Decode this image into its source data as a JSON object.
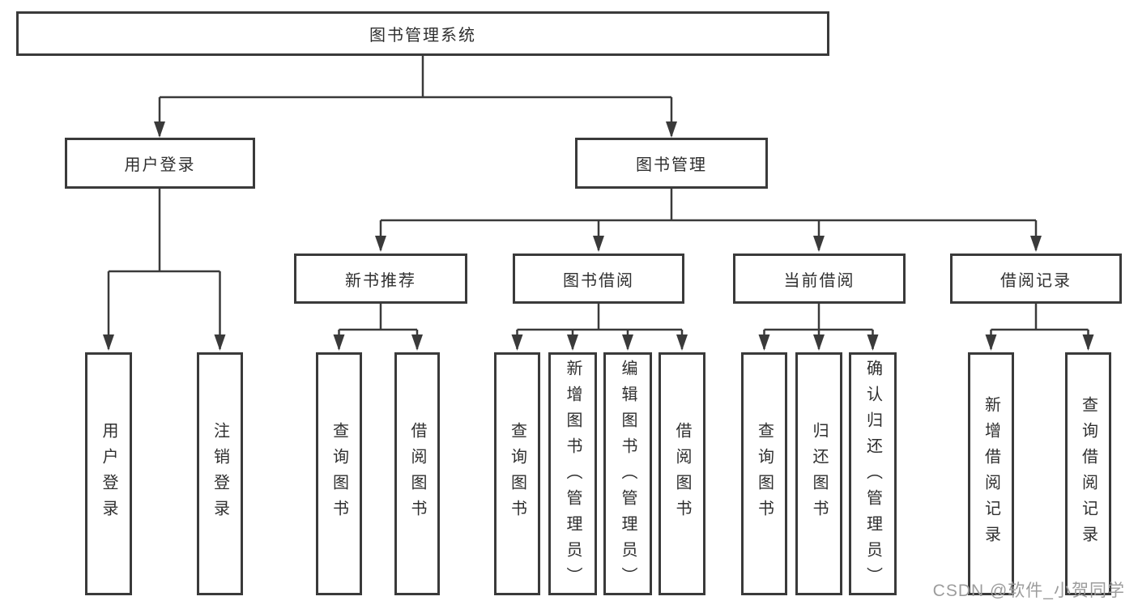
{
  "diagram": {
    "title": "图书管理系统",
    "tree": {
      "label": "图书管理系统",
      "children": [
        {
          "label": "用户登录",
          "children": [
            {
              "label": "用户登录"
            },
            {
              "label": "注销登录"
            }
          ]
        },
        {
          "label": "图书管理",
          "children": [
            {
              "label": "新书推荐",
              "children": [
                {
                  "label": "查询图书"
                },
                {
                  "label": "借阅图书"
                }
              ]
            },
            {
              "label": "图书借阅",
              "children": [
                {
                  "label": "查询图书"
                },
                {
                  "label": "新增图书（管理员）"
                },
                {
                  "label": "编辑图书（管理员）"
                },
                {
                  "label": "借阅图书"
                }
              ]
            },
            {
              "label": "当前借阅",
              "children": [
                {
                  "label": "查询图书"
                },
                {
                  "label": "归还图书"
                },
                {
                  "label": "确认归还（管理员）"
                }
              ]
            },
            {
              "label": "借阅记录",
              "children": [
                {
                  "label": "新增借阅记录"
                },
                {
                  "label": "查询借阅记录"
                }
              ]
            }
          ]
        }
      ]
    },
    "colors": {
      "line": "#3a3a3a",
      "box_border": "#3a3a3a",
      "box_background": "#ffffff",
      "text": "#2f2f2f"
    }
  },
  "watermark": {
    "text": "CSDN @软件_小贺同学",
    "color": "#9c9c9c"
  }
}
